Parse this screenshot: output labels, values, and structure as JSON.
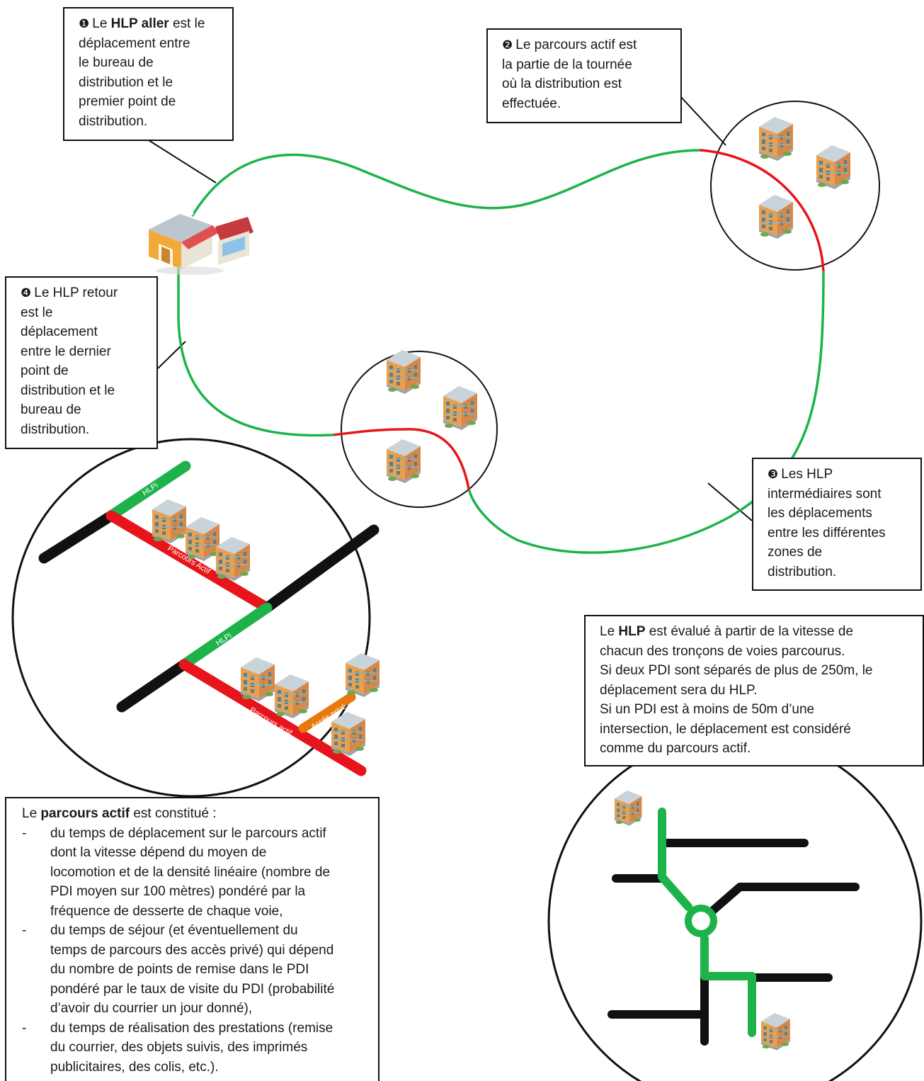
{
  "colors": {
    "hlp": "#1db34a",
    "active": "#e8141c",
    "road": "#111111",
    "private": "#e8780c",
    "building": "#e8a050"
  },
  "icons": [
    "post-office-icon",
    "apartment-building-icon"
  ],
  "box1": {
    "marker": "❶",
    "lines": [
      [
        "Le ",
        "HLP aller",
        " est le"
      ],
      "déplacement entre",
      "le bureau de",
      "distribution et le",
      "premier point de",
      "distribution."
    ]
  },
  "box2": {
    "marker": "❷",
    "lines": [
      "Le parcours actif est",
      "la partie de la tournée",
      "où la distribution est",
      "effectuée."
    ]
  },
  "box3": {
    "marker": "❸",
    "lines": [
      "Les HLP",
      "intermédiaires sont",
      "les déplacements",
      "entre les différentes",
      "zones de",
      "distribution."
    ]
  },
  "box4": {
    "marker": "❹",
    "lines": [
      "Le HLP retour",
      "est le",
      "déplacement",
      "entre le dernier",
      "point de",
      "distribution et le",
      "bureau de",
      "distribution."
    ]
  },
  "box5": {
    "lines": [
      [
        "Le ",
        "HLP",
        " est évalué à partir de la vitesse de"
      ],
      "chacun des tronçons de voies parcourus.",
      "Si deux PDI sont séparés de plus de 250m, le",
      "déplacement sera du HLP.",
      "Si un PDI est à moins de 50m d’une",
      "intersection, le déplacement est considéré",
      "comme du parcours actif."
    ]
  },
  "box6": {
    "intro": [
      "Le ",
      "parcours actif",
      " est constitué :"
    ],
    "items": [
      [
        "du temps de déplacement sur le parcours actif",
        "dont la vitesse  dépend du moyen de",
        "locomotion et de la densité linéaire (nombre de",
        "PDI moyen sur 100 mètres) pondéré par la",
        "fréquence de desserte de chaque voie,"
      ],
      [
        "du temps de séjour (et éventuellement du",
        "temps de parcours des accès privé) qui dépend",
        "du nombre de points de remise dans le PDI",
        "pondéré par le taux de visite du PDI (probabilité",
        "d’avoir du courrier un jour donné),"
      ],
      [
        "du temps de réalisation des prestations (remise",
        "du courrier, des objets suivis, des imprimés",
        "publicitaires, des colis, etc.)."
      ]
    ]
  },
  "zoom_labels": {
    "hlpi": "HLPi",
    "parcours_actif_1": "Parcours Actif",
    "parcours_actif_2": "Parcours actif",
    "acces_prive": "Accès  privé"
  }
}
